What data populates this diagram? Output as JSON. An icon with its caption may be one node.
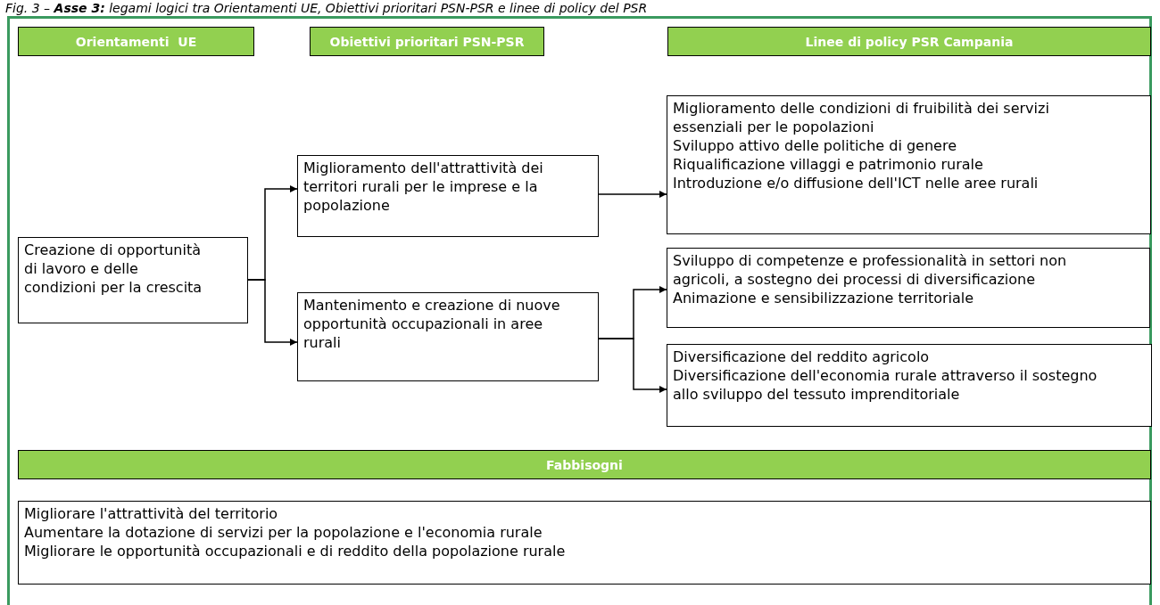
{
  "diagram": {
    "title": "Fig. 3 – **Asse 3:** legami logici tra Orientamenti UE, Obiettivi prioritari PSN-PSR e linee di policy del PSR",
    "nodes": [
      {
        "text": [
          "Orientamenti  UE"
        ]
      },
      {
        "text": [
          "Obiettivi prioritari PSN-PSR"
        ]
      },
      {
        "text": [
          "Linee di policy PSR Campania"
        ]
      },
      {
        "text": [
          "Creazione di opportunità di lavoro e delle condizioni per la crescita"
        ]
      },
      {
        "text": [
          "Miglioramento dell'attrattività dei territori rurali per le imprese e la popolazione"
        ]
      },
      {
        "text": [
          "Mantenimento e creazione di nuove opportunità occupazionali in aree rurali"
        ]
      },
      {
        "text": [
          "Miglioramento delle condizioni di fruibilità dei servizi essenziali per le popolazioni",
          "Sviluppo attivo delle politiche di genere",
          "Riqualificazione villaggi e patrimonio rurale",
          "Introduzione e/o diffusione dell'ICT nelle aree rurali"
        ]
      },
      {
        "text": [
          "Sviluppo di competenze e professionalità in settori non agricoli, a sostegno dei processi di diversificazione",
          "Animazione e sensibilizzazione territoriale"
        ]
      },
      {
        "text": [
          "Diversificazione del reddito agricolo",
          "Diversificazione dell'economia rurale attraverso il sostegno allo sviluppo del tessuto imprenditoriale"
        ]
      },
      {
        "text": [
          "Fabbisogni"
        ]
      },
      {
        "text": [
          "Migliorare l'attrattività del territorio",
          "Aumentare la dotazione di servizi per la popolazione e l'economia rurale",
          "Migliorare le opportunità occupazionali e di reddito della popolazione rurale"
        ]
      }
    ],
    "edges": [
      {
        "from": 3,
        "to": 4,
        "arrow": "to"
      },
      {
        "from": 3,
        "to": 5,
        "arrow": "to"
      },
      {
        "from": 4,
        "to": 6,
        "arrow": "to"
      },
      {
        "from": 5,
        "to": 7,
        "arrow": "to"
      },
      {
        "from": 5,
        "to": 8,
        "arrow": "to"
      }
    ]
  }
}
